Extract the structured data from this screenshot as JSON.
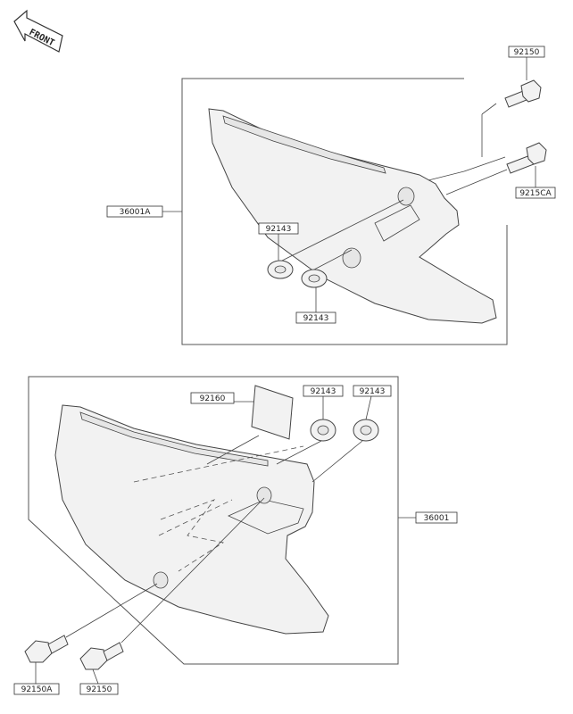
{
  "front_arrow_text": "FRONT",
  "labels": {
    "bolt_top": "92150",
    "cover_top": "36001A",
    "bolt_right": "9215CA",
    "washer_top_a": "92143",
    "washer_top_b": "92143",
    "pad": "92160",
    "washer_bot_a": "92143",
    "washer_bot_b": "92143",
    "cover_bottom": "36001",
    "bolt_bot_a": "92150A",
    "bolt_bot_b": "92150"
  }
}
